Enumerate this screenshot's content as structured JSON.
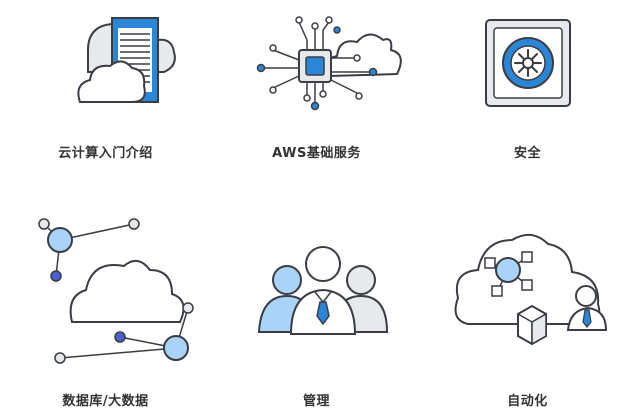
{
  "colors": {
    "outline": "#3a3d44",
    "blue": "#2b86d6",
    "light_blue": "#a9d4f7",
    "gray": "#e7e9ed",
    "dark_blue": "#4c5fd0",
    "text": "#333333"
  },
  "tiles": [
    {
      "label": "云计算入门介绍",
      "icon": "cloud-server-icon"
    },
    {
      "label": "AWS基础服务",
      "icon": "chip-cloud-icon"
    },
    {
      "label": "安全",
      "icon": "vault-icon"
    },
    {
      "label": "数据库/大数据",
      "icon": "cloud-network-icon"
    },
    {
      "label": "管理",
      "icon": "people-group-icon"
    },
    {
      "label": "自动化",
      "icon": "cloud-automation-icon"
    }
  ]
}
